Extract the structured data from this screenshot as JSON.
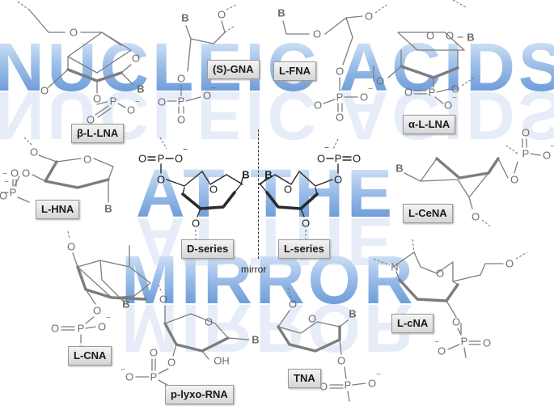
{
  "title_lines": [
    "NUCLEIC ACIDS",
    "AT THE",
    "MIRROR"
  ],
  "labels": {
    "s_gna": "(S)-GNA",
    "l_fna": "L-FNA",
    "beta_l_lna": "β-L-LNA",
    "alpha_l_lna": "α-L-LNA",
    "l_hna": "L-HNA",
    "l_cena": "L-CeNA",
    "d_series": "D-series",
    "l_series": "L-series",
    "l_cna": "L-CNA",
    "l_cna2": "L-cNA",
    "tna": "TNA",
    "p_lyxo_rna": "p-lyxo-RNA"
  },
  "mirror_text": "mirror",
  "atoms": {
    "base": "B",
    "oxygen": "O",
    "phosphorus": "P",
    "nitrogen": "N",
    "hydroxyl": "OH",
    "minus": "−"
  },
  "colors": {
    "title_blue": "#3a78c9",
    "title_light": "#cfe0f5",
    "bond_grey": "#7d7d7d",
    "bond_dark": "#2a2a2a"
  }
}
